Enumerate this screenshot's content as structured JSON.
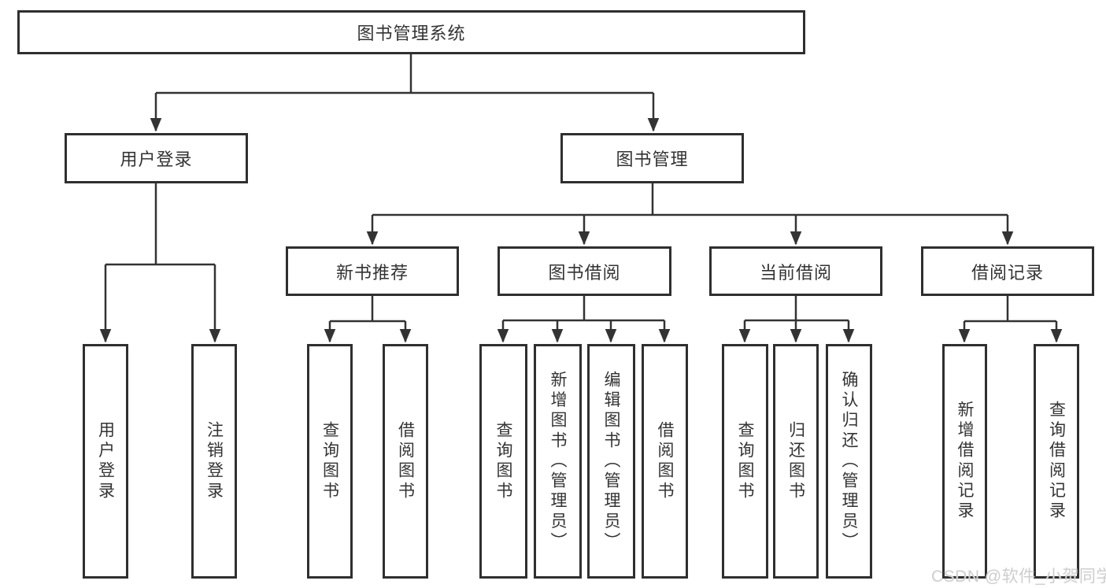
{
  "diagram": {
    "title": "图书管理系统",
    "nodes": {
      "root": {
        "label": "图书管理系统"
      },
      "user_login": {
        "label": "用户登录"
      },
      "book_mgmt": {
        "label": "图书管理"
      },
      "new_book_rec": {
        "label": "新书推荐"
      },
      "book_borrow": {
        "label": "图书借阅"
      },
      "current_borrow": {
        "label": "当前借阅"
      },
      "borrow_records": {
        "label": "借阅记录"
      },
      "ul_login": {
        "label": "用户登录"
      },
      "ul_logout": {
        "label": "注销登录"
      },
      "nb_query": {
        "label": "查询图书"
      },
      "nb_borrow": {
        "label": "借阅图书"
      },
      "bb_query": {
        "label": "查询图书"
      },
      "bb_add": {
        "label": "新增图书（管理员）"
      },
      "bb_edit": {
        "label": "编辑图书（管理员）"
      },
      "bb_borrow": {
        "label": "借阅图书"
      },
      "cb_query": {
        "label": "查询图书"
      },
      "cb_return": {
        "label": "归还图书"
      },
      "cb_confirm": {
        "label": "确认归还（管理员）"
      },
      "br_add": {
        "label": "新增借阅记录"
      },
      "br_query": {
        "label": "查询借阅记录"
      }
    },
    "edges": [
      [
        "root",
        "user_login"
      ],
      [
        "root",
        "book_mgmt"
      ],
      [
        "user_login",
        "ul_login"
      ],
      [
        "user_login",
        "ul_logout"
      ],
      [
        "book_mgmt",
        "new_book_rec"
      ],
      [
        "book_mgmt",
        "book_borrow"
      ],
      [
        "book_mgmt",
        "current_borrow"
      ],
      [
        "book_mgmt",
        "borrow_records"
      ],
      [
        "new_book_rec",
        "nb_query"
      ],
      [
        "new_book_rec",
        "nb_borrow"
      ],
      [
        "book_borrow",
        "bb_query"
      ],
      [
        "book_borrow",
        "bb_add"
      ],
      [
        "book_borrow",
        "bb_edit"
      ],
      [
        "book_borrow",
        "bb_borrow"
      ],
      [
        "current_borrow",
        "cb_query"
      ],
      [
        "current_borrow",
        "cb_return"
      ],
      [
        "current_borrow",
        "cb_confirm"
      ],
      [
        "borrow_records",
        "br_add"
      ],
      [
        "borrow_records",
        "br_query"
      ]
    ],
    "colors": {
      "box_border": "#2f2f2f",
      "line": "#333333",
      "text": "#333333",
      "background": "#ffffff",
      "watermark": "#cfcfcf"
    }
  },
  "watermark": {
    "text": "CSDN @软件_小贺同学"
  }
}
